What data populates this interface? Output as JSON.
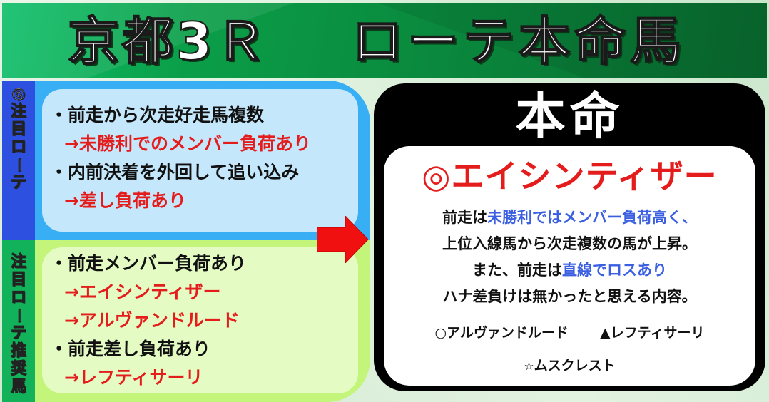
{
  "header": {
    "race": "京都3Ｒ",
    "title": "ローテ本命馬"
  },
  "section_focus_rotation": {
    "label_chars": [
      "◎",
      "注",
      "目",
      "ロ",
      "ー",
      "テ"
    ],
    "items": [
      {
        "bullet": "・前走から次走好走馬複数",
        "result": "→未勝利でのメンバー負荷あり"
      },
      {
        "bullet": "・内前決着を外回して追い込み",
        "result": "→差し負荷あり"
      }
    ],
    "colors": {
      "label_bg": "#2d50e0",
      "frame": "#38aef5",
      "panel": "#c4e7fb"
    }
  },
  "section_recommended": {
    "label_chars": [
      "注",
      "目",
      "ロ",
      "ー",
      "テ",
      "推",
      "奨",
      "馬"
    ],
    "groups": [
      {
        "bullet": "・前走メンバー負荷あり",
        "results": [
          "→エイシンティザー",
          "→アルヴァンドルード"
        ]
      },
      {
        "bullet": "・前走差し負荷あり",
        "results": [
          "→レフティサーリ"
        ]
      }
    ],
    "colors": {
      "label_bg": "#12b25a",
      "frame": "#c2f57a",
      "panel": "#e4fbc4"
    }
  },
  "arrow": {
    "icon": "right-arrow-icon",
    "color": "#f01010"
  },
  "main_pick": {
    "heading": "本命",
    "mark": "◎",
    "horse": "エイシンティザー",
    "description": [
      {
        "parts": [
          {
            "text": "前走は",
            "hl": false
          },
          {
            "text": "未勝利ではメンバー負荷高く、",
            "hl": true
          }
        ]
      },
      {
        "parts": [
          {
            "text": "上位入線馬から次走複数の馬が上昇。",
            "hl": false
          }
        ]
      },
      {
        "parts": [
          {
            "text": "また、前走は",
            "hl": false
          },
          {
            "text": "直線でロスあり",
            "hl": true
          }
        ]
      },
      {
        "parts": [
          {
            "text": "ハナ差負けは無かったと思える内容。",
            "hl": false
          }
        ]
      }
    ],
    "others": [
      {
        "mark": "○",
        "horse": "アルヴァンドルード"
      },
      {
        "mark": "▲",
        "horse": "レフティサーリ"
      },
      {
        "mark": "☆",
        "horse": "ムスクレスト"
      }
    ],
    "colors": {
      "pick": "#e41c1c",
      "highlight": "#3a5fe0"
    }
  }
}
